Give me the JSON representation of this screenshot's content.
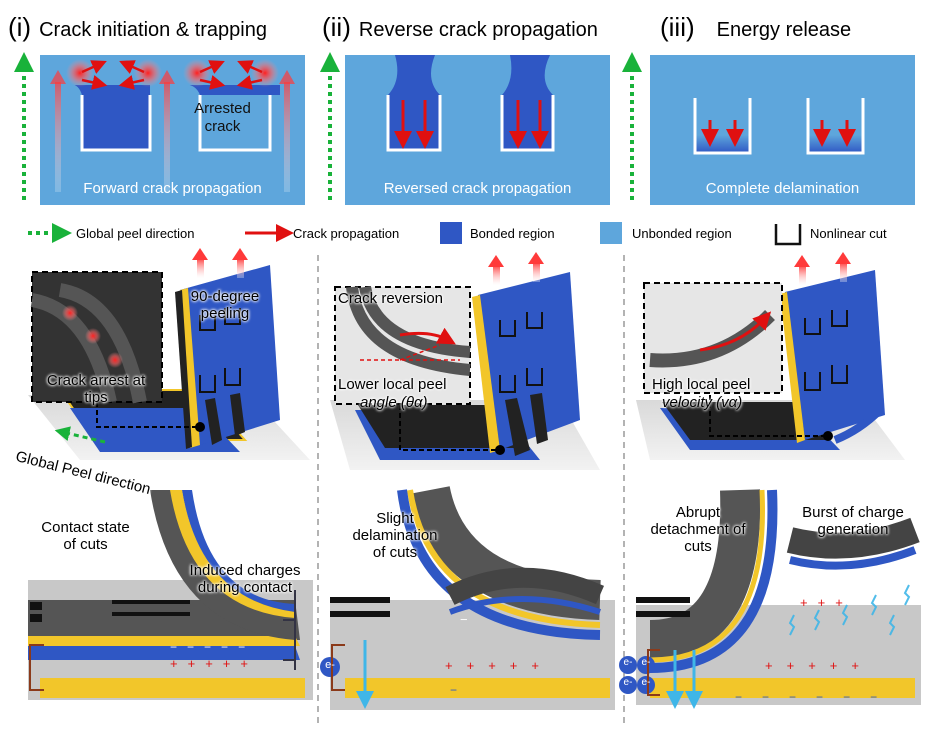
{
  "sections": [
    {
      "numeral": "(i)",
      "title": "Crack initiation & trapping",
      "panel_label": "Forward crack propagation",
      "inset_label": "Arrested crack"
    },
    {
      "numeral": "(ii)",
      "title": "Reverse crack propagation",
      "panel_label": "Reversed crack propagation"
    },
    {
      "numeral": "(iii)",
      "title": "Energy release",
      "panel_label": "Complete delamination"
    }
  ],
  "legend": {
    "global_peel": "Global peel direction",
    "crack_propagation": "Crack propagation",
    "bonded": "Bonded region",
    "unbonded": "Unbonded region",
    "nonlinear_cut": "Nonlinear cut"
  },
  "colors": {
    "bonded": "#2f57c4",
    "unbonded": "#5ea6dc",
    "global_peel_arrow": "#19b23a",
    "crack_arrow": "#e01010",
    "gold_layer": "#f2c62a"
  },
  "middle": {
    "peeling": "90-degree peeling",
    "crack_arrest": "Crack arrest at tips",
    "global_peel_direction": "Global Peel direction",
    "crack_reversion": "Crack reversion",
    "lower_local_peel": "Lower local peel",
    "angle": "angle (θα)",
    "high_local_peel": "High local peel",
    "velocity": "velocity (vα)"
  },
  "bottom": {
    "contact_state": "Contact state of cuts",
    "induced_charges": "Induced charges during contact",
    "slight_delamination": "Slight delamination of cuts",
    "abrupt_detachment": "Abrupt detachment of cuts",
    "burst_charge": "Burst of charge generation",
    "electron": "e-",
    "plus": "+",
    "minus": "−"
  }
}
